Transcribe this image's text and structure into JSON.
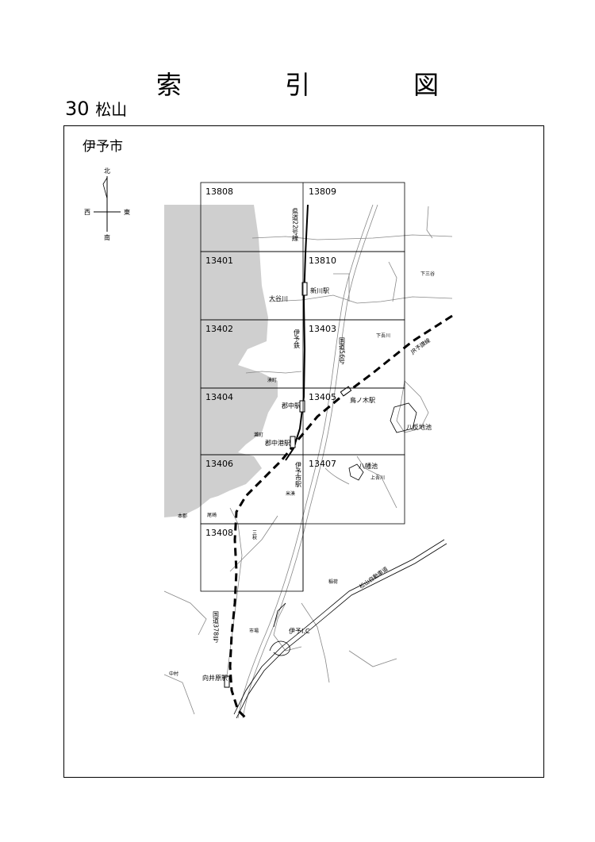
{
  "header": {
    "title": "索 引 図",
    "sheet_number": "30",
    "sheet_name": "松山"
  },
  "map": {
    "city_name": "伊予市",
    "compass": {
      "north": "北",
      "south": "南",
      "east": "東",
      "west": "西"
    },
    "grid_tiles": [
      "13808",
      "13809",
      "13401",
      "13810",
      "13402",
      "13403",
      "13404",
      "13405",
      "13406",
      "13407",
      "13408"
    ],
    "places": {
      "ootani_river": "大谷川",
      "shinkawa_station": "新川駅",
      "iyotetsu": "伊予鉄",
      "national_road_56": "国道56号",
      "prefectural_road_22": "県道22号線",
      "shimosanya": "下三谷",
      "shimoagawa": "下吾川",
      "jr_yosan_line": "JR予讃線",
      "minatomachi": "湊町",
      "gunchu_station": "郡中駅",
      "torinoki_station": "鳥ノ木駅",
      "hatan_pond": "八反地池",
      "nadamachi": "灘町",
      "gunchuko_station": "郡中港駅",
      "yawata_pond": "八幡池",
      "kamiagawa": "上吾川",
      "iyoshi_station": "伊予市駅",
      "yonemi": "米湊",
      "hongun": "本郡",
      "ozaki": "尾崎",
      "mikawa": "三秋",
      "inari": "稲荷",
      "matsuyama_expressway": "松山自動車道",
      "national_road_378": "国道378号",
      "ichiba": "市場",
      "iyo_ic": "伊予I.C",
      "nakamura": "中村",
      "mukaiharu_station": "向井原駅"
    }
  }
}
